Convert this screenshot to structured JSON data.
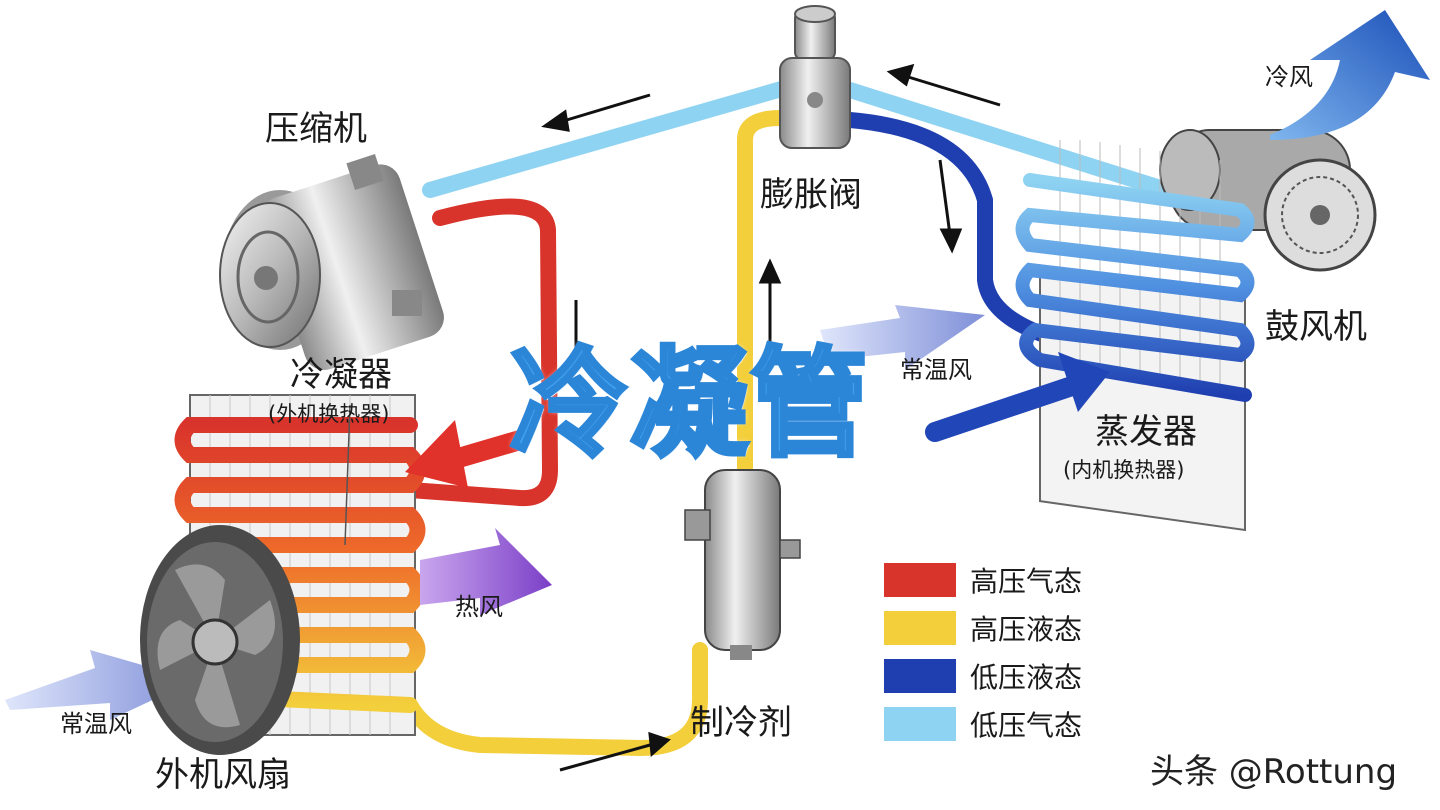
{
  "labels": {
    "compressor": "压缩机",
    "expansion_valve": "膨胀阀",
    "cold_air": "冷风",
    "blower": "鼓风机",
    "condenser": "冷凝器",
    "condenser_sub": "(外机换热器)",
    "normal_air_right": "常温风",
    "evaporator": "蒸发器",
    "evaporator_sub": "(内机换热器)",
    "hot_air": "热风",
    "refrigerant": "制冷剂",
    "normal_air_left": "常温风",
    "outdoor_fan": "外机风扇"
  },
  "overlay_title": "冷凝管",
  "legend": [
    {
      "label": "高压气态",
      "color": "#d9342b"
    },
    {
      "label": "高压液态",
      "color": "#f3cf3c"
    },
    {
      "label": "低压液态",
      "color": "#1f3fb0"
    },
    {
      "label": "低压气态",
      "color": "#8fd3f2"
    }
  ],
  "watermark": "头条 @Rottung",
  "colors": {
    "high_pressure_gas": "#d9342b",
    "high_pressure_liquid": "#f3cf3c",
    "low_pressure_liquid": "#1f3fb0",
    "low_pressure_gas": "#8fd3f2",
    "overlay_text": "#3ea0ee",
    "arrow_red": "#e0322a",
    "arrow_blue": "#2146b8"
  }
}
